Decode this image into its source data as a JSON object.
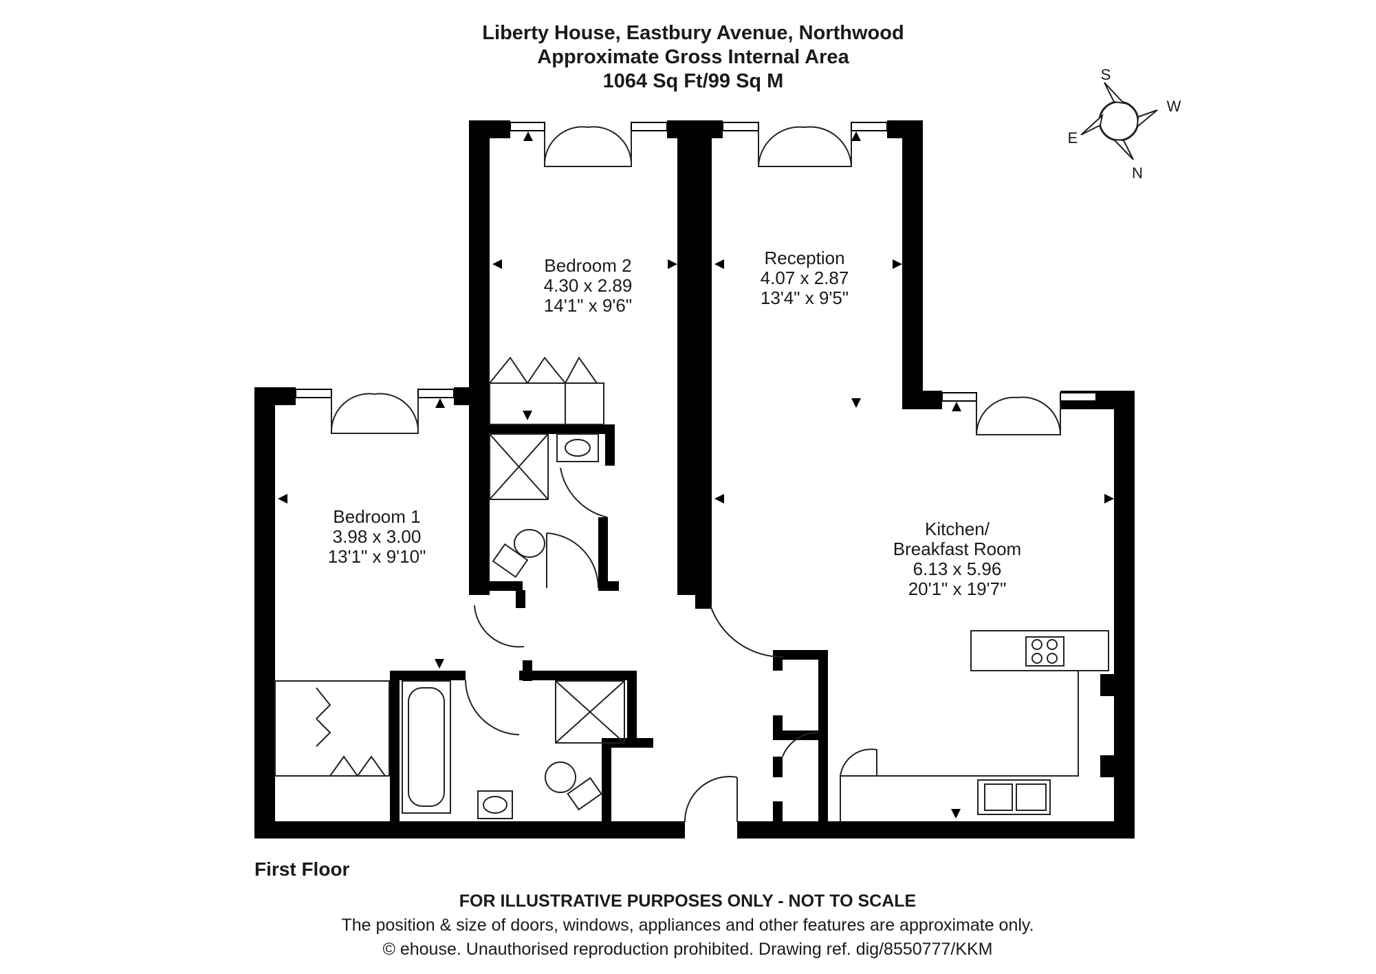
{
  "header": {
    "title": "Liberty House, Eastbury Avenue, Northwood",
    "subtitle": "Approximate Gross Internal Area",
    "area": "1064 Sq Ft/99 Sq M"
  },
  "compass": {
    "s": "S",
    "w": "W",
    "e": "E",
    "n": "N"
  },
  "rooms": {
    "bedroom2": {
      "name": "Bedroom 2",
      "metric": "4.30 x 2.89",
      "imperial": "14'1\" x 9'6\""
    },
    "reception": {
      "name": "Reception",
      "metric": "4.07 x 2.87",
      "imperial": "13'4\" x 9'5\""
    },
    "bedroom1": {
      "name": "Bedroom 1",
      "metric": "3.98 x 3.00",
      "imperial": "13'1\" x 9'10\""
    },
    "kitchen": {
      "name_line1": "Kitchen/",
      "name_line2": "Breakfast Room",
      "metric": "6.13 x 5.96",
      "imperial": "20'1\" x 19'7\""
    }
  },
  "floor_label": "First Floor",
  "footer": {
    "warning": "FOR ILLUSTRATIVE PURPOSES ONLY - NOT TO SCALE",
    "disclaimer": "The position & size of doors, windows, appliances and other features are approximate only.",
    "copyright": "© ehouse. Unauthorised reproduction prohibited. Drawing ref. dig/8550777/KKM"
  }
}
